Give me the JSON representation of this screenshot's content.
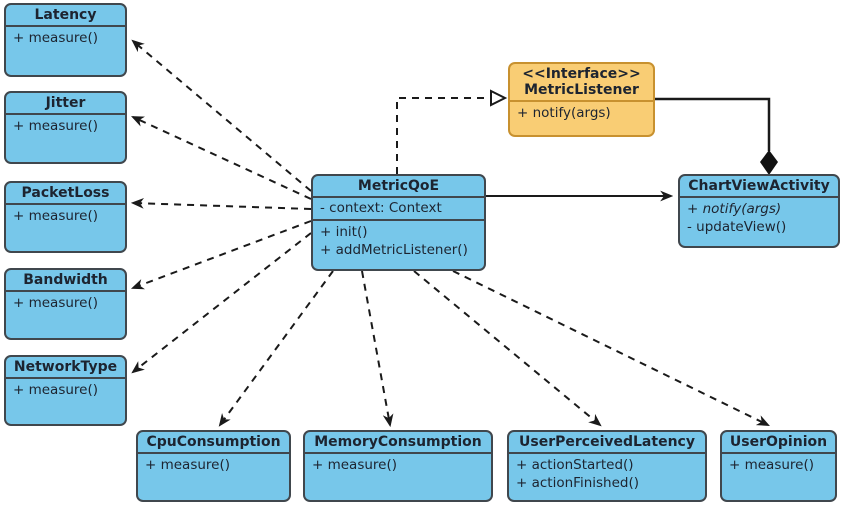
{
  "diagram": {
    "background": "#ffffff",
    "colors": {
      "class_fill": "#77c7ea",
      "class_border": "#40474d",
      "interface_fill": "#f9cd74",
      "interface_border": "#c8912f",
      "text": "#1d2430",
      "connector": "#1a1a1a"
    }
  },
  "classes": {
    "latency": {
      "name": "Latency",
      "ops": [
        "+ measure()"
      ]
    },
    "jitter": {
      "name": "Jitter",
      "ops": [
        "+ measure()"
      ]
    },
    "packetloss": {
      "name": "PacketLoss",
      "ops": [
        "+ measure()"
      ]
    },
    "bandwidth": {
      "name": "Bandwidth",
      "ops": [
        "+ measure()"
      ]
    },
    "networktype": {
      "name": "NetworkType",
      "ops": [
        "+ measure()"
      ]
    },
    "metricqoe": {
      "name": "MetricQoE",
      "attrs": [
        "- context: Context"
      ],
      "ops": [
        "+ init()",
        "+ addMetricListener()"
      ]
    },
    "metriclistener": {
      "stereotype": "<<Interface>>",
      "name": "MetricListener",
      "ops": [
        "+ notify(args)"
      ]
    },
    "chartviewactivity": {
      "name": "ChartViewActivity",
      "ops": [
        "+ notify(args)",
        "- updateView()"
      ]
    },
    "cpuconsumption": {
      "name": "CpuConsumption",
      "ops": [
        "+ measure()"
      ]
    },
    "memoryconsumption": {
      "name": "MemoryConsumption",
      "ops": [
        "+ measure()"
      ]
    },
    "userperceivedlatency": {
      "name": "UserPerceivedLatency",
      "ops": [
        "+ actionStarted()",
        "+ actionFinished()"
      ]
    },
    "useropinion": {
      "name": "UserOpinion",
      "ops": [
        "+ measure()"
      ]
    }
  },
  "relationships": [
    {
      "from": "MetricQoE",
      "to": "Latency",
      "type": "dependency"
    },
    {
      "from": "MetricQoE",
      "to": "Jitter",
      "type": "dependency"
    },
    {
      "from": "MetricQoE",
      "to": "PacketLoss",
      "type": "dependency"
    },
    {
      "from": "MetricQoE",
      "to": "Bandwidth",
      "type": "dependency"
    },
    {
      "from": "MetricQoE",
      "to": "NetworkType",
      "type": "dependency"
    },
    {
      "from": "MetricQoE",
      "to": "CpuConsumption",
      "type": "dependency"
    },
    {
      "from": "MetricQoE",
      "to": "MemoryConsumption",
      "type": "dependency"
    },
    {
      "from": "MetricQoE",
      "to": "UserPerceivedLatency",
      "type": "dependency"
    },
    {
      "from": "MetricQoE",
      "to": "UserOpinion",
      "type": "dependency"
    },
    {
      "from": "MetricQoE",
      "to": "MetricListener",
      "type": "realization"
    },
    {
      "from": "MetricQoE",
      "to": "ChartViewActivity",
      "type": "association"
    },
    {
      "from": "ChartViewActivity",
      "to": "MetricListener",
      "type": "composition"
    }
  ]
}
